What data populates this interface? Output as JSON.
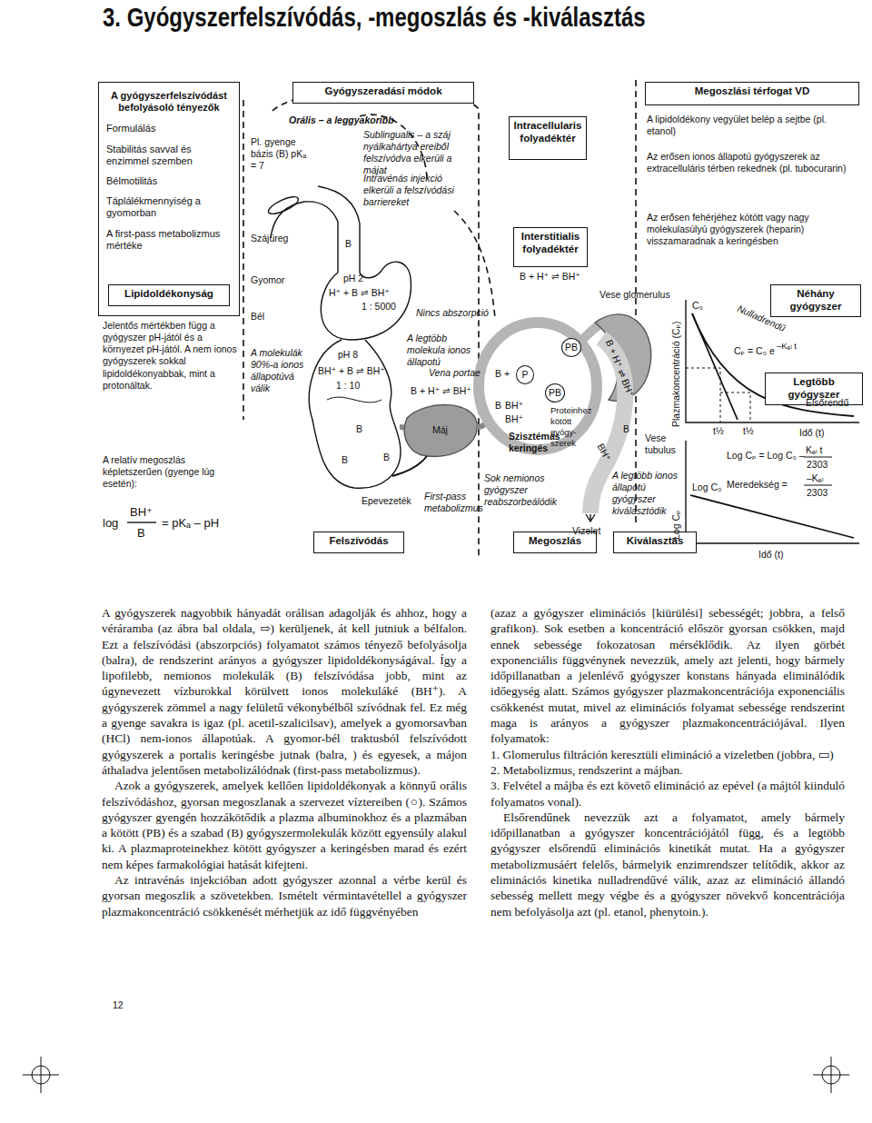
{
  "diagram": {
    "title": "3. Gyógyszerfelszívódás, -megoszlás és -kiválasztás",
    "nodes": [
      {
        "text": [
          "A gyógyszerfelszívódást befolyásoló tényezők",
          "Formulálás",
          "Stabilitás savval és enzimmel szemben",
          "Bélmotilitás",
          "Táplálékmennyiség a gyomorban",
          "A first-pass metabolizmus mértéke"
        ]
      },
      {
        "text": [
          "Lipidoldékonyság"
        ],
        "in": 0
      },
      {
        "text": [
          "Gyógyszeradási módok"
        ]
      },
      {
        "text": [
          "Felszívódás"
        ]
      },
      {
        "text": [
          "Intracellularis folyadéktér"
        ]
      },
      {
        "text": [
          "Interstitialis folyadéktér"
        ]
      },
      {
        "text": [
          "Megoszlás"
        ]
      },
      {
        "text": [
          "Kiválasztás"
        ]
      },
      {
        "text": [
          "Megoszlási térfogat VD"
        ]
      },
      {
        "text": [
          "Néhány gyógyszer"
        ]
      },
      {
        "text": [
          "Legtöbb gyógyszer"
        ]
      }
    ],
    "labels": [
      "Jelentős mértékben függ a gyógyszer pH-jától és a környezet pH-jától. A nem ionos gyógyszerek sokkal lipidoldékonyabbak, mint a protonáltak.",
      "A relatív megoszlás képletszerűen (gyenge lúg esetén):",
      "log",
      "BH⁺",
      "B",
      "= pKₐ – pH",
      "Pl. gyenge bázis (B) pKₐ = 7",
      "Szájüreg",
      "Gyomor",
      "Bél",
      "A molekulák 90%-a ionos állapotúvá válik",
      "Orális – a leggyakoribb",
      "Sublingualis – a száj nyálkahártya ereiből felszívódva elkerüli a májat",
      "Intravénás injekció elkerüli a felszívódási barriereket",
      "B",
      "pH 2",
      "H⁺ + B ⇌ BH⁺",
      "1 : 5000",
      "Nincs abszorpció",
      "pH 8",
      "BH⁺ + B ⇌ BH⁺",
      "1 : 10",
      "B",
      "B",
      "B",
      "Epevezeték",
      "A legtöbb molekula ionos állapotú",
      "Vena portae",
      "B + H⁺ ⇌ BH⁺",
      "Máj",
      "First-pass metabolizmus",
      "B + H⁺ ⇌ BH⁺",
      "B +",
      "P",
      "PB",
      "B",
      "BH⁺",
      "BH⁺",
      "Proteinhez kötött gyógy-szerek",
      "Szisztémás keringés",
      "Sok nemionos gyógyszer reabszorbeálódik",
      "Vese glomerulus",
      "B + H⁺ ⇌ BH⁺",
      "PB",
      "BH⁺",
      "B",
      "Vese tubulus",
      "A legtöbb ionos állapotú gyógyszer kiválasztódik",
      "Vizelet",
      "A lipidoldékony vegyület belép a sejtbe (pl. etanol)",
      "Az erősen ionos állapotú gyógyszerek az extracelluláris térben rekednek (pl. tubocurarin)",
      "Az erősen fehérjéhez kötött vagy nagy molekulasúlyú gyógyszerek (heparin) visszamaradnak a keringésben",
      "Plazmakoncentráció (Cₚ)",
      "C₀",
      "Nulladrendű",
      "Cₚ = C₀ e",
      "–Kₑₗ t",
      "Elsőrendű",
      "t½",
      "t½",
      "Idő (t)",
      "Log Cₚ",
      "Log C₀",
      "Log Cₚ = Log C₀ –",
      "Kₑₗ t",
      "2303",
      "Meredekség =",
      "–Kₑₗ",
      "2303",
      "Idő (t)",
      "A gyógyszerek nagyobbik hányadát orálisan adagolják és ahhoz, hogy a véráramba (az ábra bal oldala, ⇨) kerüljenek, át kell jutniuk a bélfalon. Ezt a felszívódási (abszorpciós) folyamatot számos tényező befolyásolja (balra), de rendszerint arányos a gyógyszer lipidoldékonyságával. Így a lipofilebb, nemionos molekulák (B) felszívódása jobb, mint az úgynevezett vízburokkal körülvett ionos molekuláké (BH⁺). A gyógyszerek zömmel a nagy felületű vékonybélből szívódnak fel. Ez még a gyenge savakra is igaz (pl. acetil-szalicilsav), amelyek a gyomorsavban (HCl) nem-ionos állapotúak. A gyomor-bél traktusból felszívódott gyógyszerek a portalis keringésbe jutnak (balra, ) és egyesek, a májon áthaladva jelentősen metabolizálódnak (first-pass metabolizmus).",
      "Azok a gyógyszerek, amelyek kellően lipidoldékonyak a könnyű orális felszívódáshoz, gyorsan megoszlanak a szervezet víztereiben (○). Számos gyógyszer gyengén hozzákötődik a plazma albuminokhoz és a plazmában a kötött (PB) és a szabad (B) gyógyszermolekulák között egyensúly alakul ki. A plazmaproteinekhez kötött gyógyszer a keringésben marad és ezért nem képes farmakológiai hatását kifejteni.",
      "Az intravénás injekcióban adott gyógyszer azonnal a vérbe kerül és gyorsan megoszlik a szövetekben. Ismételt vérmintavétellel a gyógyszer plazmakoncentráció csökkenését mérhetjük az idő függvényében",
      "(azaz a gyógyszer eliminációs [kiürülési] sebességét; jobbra, a felső grafikon). Sok esetben a koncentráció először gyorsan csökken, majd ennek sebessége fokozatosan mérséklődik. Az ilyen görbét exponenciális függvénynek nevezzük, amely azt jelenti, hogy bármely időpillanatban a jelenlévő gyógyszer konstans hányada eliminálódik időegység alatt. Számos gyógyszer plazmakoncentrációja exponenciális csökkenést mutat, mivel az eliminációs folyamat sebessége rendszerint maga is arányos a gyógyszer plazmakoncentrációjával. Ilyen folyamatok:",
      "1. Glomerulus filtráción keresztüli elimináció a vizeletben (jobbra, ▭)",
      "2. Metabolizmus, rendszerint a májban.",
      "3. Felvétel a májba és ezt követő elimináció az epével (a májtól kiinduló folyamatos vonal).",
      "Elsőrendűnek nevezzük azt a folyamatot, amely bármely időpillanatban a gyógyszer koncentrációjától függ, és a legtöbb gyógyszer elsőrendű eliminációs kinetikát mutat. Ha a gyógyszer metabolizmusáért felelős, bármelyik enzimrendszer telítődik, akkor az eliminációs kinetika nulladrendűvé válik, azaz az elimináció állandó sebesség mellett megy végbe és a gyógyszer növekvő koncentrációja nem befolyásolja azt (pl. etanol, phenytoin.).",
      "12"
    ]
  }
}
